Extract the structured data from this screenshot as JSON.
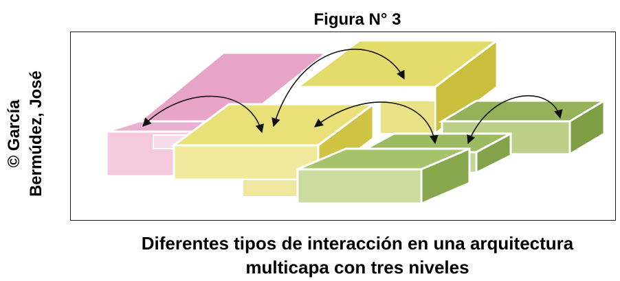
{
  "figure": {
    "title": "Figura N° 3",
    "credit_line1": "© García",
    "credit_line2": "Bermúdez, José",
    "caption_line1": "Diferentes tipos de interacción en una arquitectura",
    "caption_line2": "multicapa con tres niveles"
  },
  "diagram": {
    "layers": [
      {
        "name": "pink-layer",
        "color": "#e6a6c8"
      },
      {
        "name": "yellow-layer",
        "color": "#e6dd6a"
      },
      {
        "name": "green-layer",
        "color": "#a9c46e"
      }
    ],
    "arrow_color": "#111111"
  }
}
